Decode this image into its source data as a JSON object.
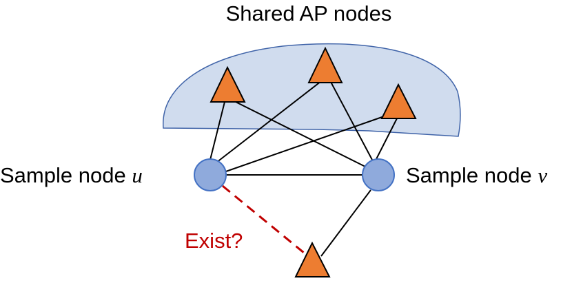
{
  "title": "Shared AP nodes",
  "sample_u": {
    "label": "Sample node ",
    "var": "u"
  },
  "sample_v": {
    "label": "Sample node ",
    "var": "v"
  },
  "question": "Exist?",
  "colors": {
    "region_fill": "#d0dcee",
    "region_stroke": "#3f63a8",
    "ap_fill": "#ed7d31",
    "ap_stroke": "#000000",
    "sample_fill": "#8faadc",
    "sample_stroke": "#4472c4",
    "edge": "#000000",
    "question": "#c00000"
  }
}
